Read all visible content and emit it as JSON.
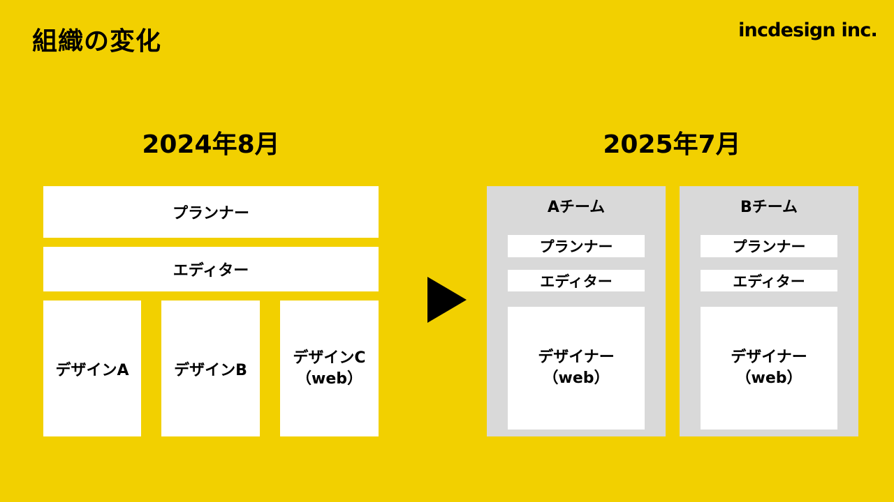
{
  "title": "組織の変化",
  "logo": "incdesign inc.",
  "colors": {
    "background": "#F2D000",
    "box": "#FFFFFF",
    "panel": "#D9D9D9",
    "arrow": "#000000"
  },
  "before": {
    "date": "2024年8月",
    "planner": "プランナー",
    "editor": "エディター",
    "designers": [
      {
        "line1": "デザインA"
      },
      {
        "line1": "デザインB"
      },
      {
        "line1": "デザインC",
        "line2": "（web）"
      }
    ]
  },
  "arrow": {
    "icon": "right-triangle-arrow-icon"
  },
  "after": {
    "date": "2025年7月",
    "teams": [
      {
        "name": "Aチーム",
        "planner": "プランナー",
        "editor": "エディター",
        "designer_line1": "デザイナー",
        "designer_line2": "（web）"
      },
      {
        "name": "Bチーム",
        "planner": "プランナー",
        "editor": "エディター",
        "designer_line1": "デザイナー",
        "designer_line2": "（web）"
      }
    ]
  }
}
